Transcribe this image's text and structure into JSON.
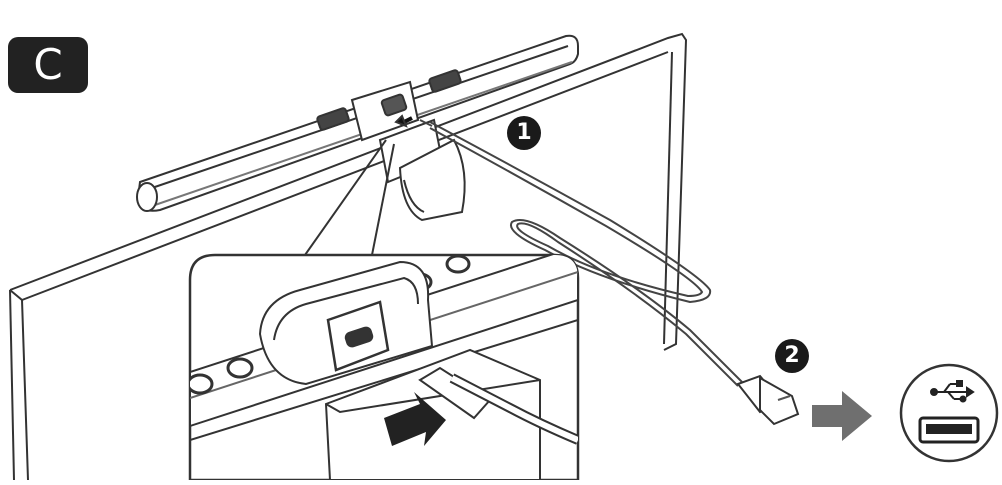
{
  "panel": {
    "letter": "C"
  },
  "steps": [
    {
      "number": "1"
    },
    {
      "number": "2"
    }
  ],
  "icons": {
    "usb_symbol": "usb-icon",
    "usb_port": "usb-port-icon",
    "arrow": "arrow-right-icon"
  },
  "colors": {
    "line": "#333333",
    "fill_dark": "#222222",
    "fill_gray": "#6f6f6f",
    "background": "#ffffff"
  }
}
